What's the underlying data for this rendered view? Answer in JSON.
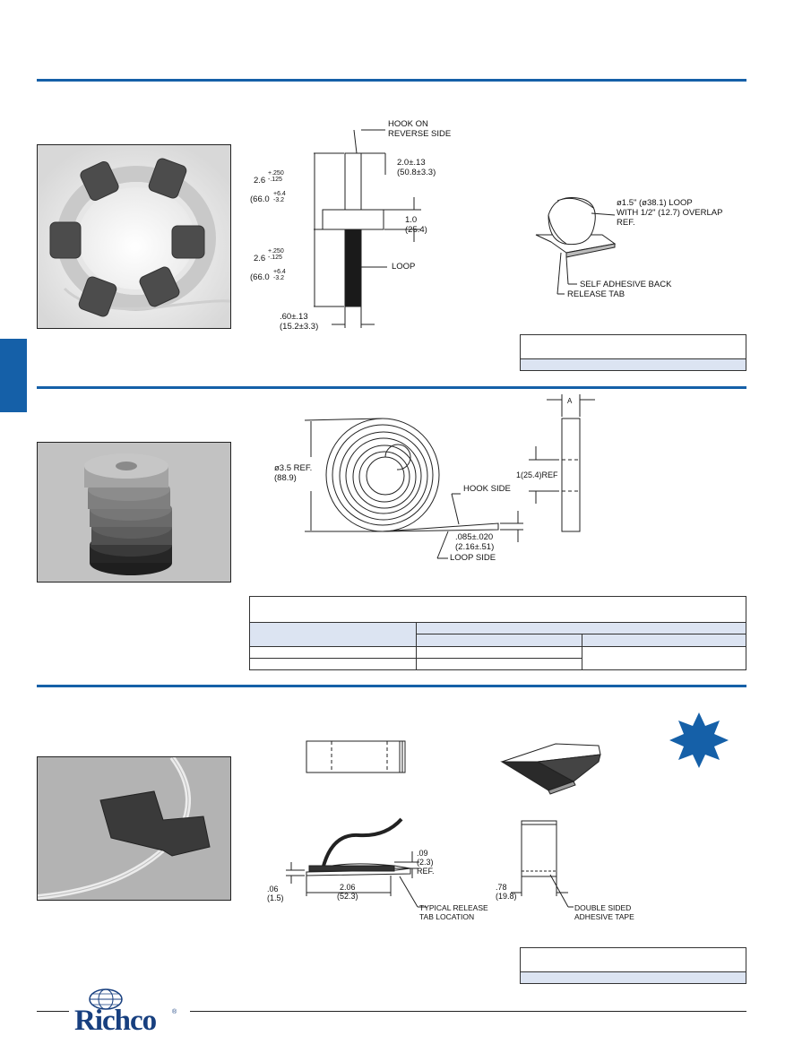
{
  "section1": {
    "hook_note": "HOOK ON\nREVERSE SIDE",
    "top_height": "2.6",
    "top_tol": "+.250\n-.125",
    "top_metric": "(66.0",
    "top_metric_tol": "+6.4\n-3.2",
    "width_dim": "2.0±.13\n(50.8±3.3)",
    "overlap_dim": "1.0\n(25.4)",
    "bottom_height": "2.6",
    "bottom_tol": "+.250\n-.125",
    "bottom_metric": "(66.0",
    "bottom_metric_tol": "+6.4\n-3.2",
    "loop_label": "LOOP",
    "thickness_dim": ".60±.13\n(15.2±3.3)",
    "loop_note": "ø1.5\" (ø38.1) LOOP\nWITH 1/2\" (12.7) OVERLAP\nREF.",
    "adhesive_note": "SELF ADHESIVE BACK",
    "release_note": "RELEASE TAB"
  },
  "section2": {
    "diameter_dim": "ø3.5 REF.\n(88.9)",
    "hook_side": "HOOK SIDE",
    "thickness_dim": ".085±.020\n(2.16±.51)",
    "loop_side": "LOOP SIDE",
    "width_label": "A",
    "spacing_dim": "1(25.4)REF"
  },
  "section3": {
    "height_dim": ".09\n(2.3)\nREF.",
    "base_dim": ".06\n(1.5)",
    "length_dim": "2.06\n(52.3)",
    "release_note": "TYPICAL RELEASE\nTAB LOCATION",
    "width_dim": ".78\n(19.8)",
    "tape_note": "DOUBLE SIDED\nADHESIVE TAPE"
  },
  "footer": {
    "brand": "Richco"
  },
  "colors": {
    "accent": "#1560a8",
    "band": "#dce4f2"
  }
}
